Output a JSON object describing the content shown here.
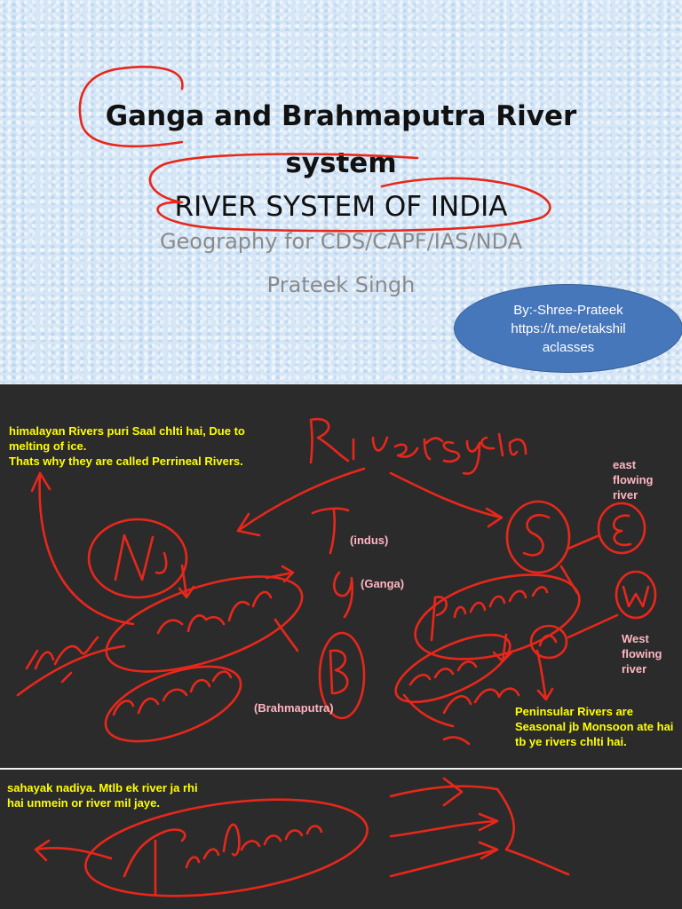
{
  "slide1": {
    "title_line1": "Ganga and Brahmaputra River",
    "title_line2": "system",
    "title_line3": "RIVER SYSTEM OF INDIA",
    "subtitle": "Geography for CDS/CAPF/IAS/NDA",
    "author": "Prateek Singh",
    "badge": {
      "line1": "By:-Shree-Prateek",
      "line2": "https://t.me/etakshil",
      "line3": "aclasses"
    }
  },
  "slide2": {
    "note_himalayan": "himalayan Rivers puri Saal chlti hai, Due to melting of ice.\n Thats why they are called Perrineal Rivers.",
    "label_east": "east\nflowing\nriver",
    "label_indus": "(indus)",
    "label_ganga": "(Ganga)",
    "label_brahmaputra": "(Brahmaputra)",
    "label_west": "West\nflowing\nriver",
    "note_peninsular": "Peninsular Rivers are Seasonal jb Monsoon ate hai tb ye rivers chlti hai."
  },
  "slide3": {
    "note_tributaries": "sahayak nadiya. Mtlb ek river ja rhi hai unmein or river mil jaye."
  },
  "colors": {
    "ink": "#e8271b",
    "note_yellow": "#ffff00",
    "label_pink": "#ffb6c1",
    "badge_blue": "#4677bb",
    "board": "#2b2b2b"
  }
}
